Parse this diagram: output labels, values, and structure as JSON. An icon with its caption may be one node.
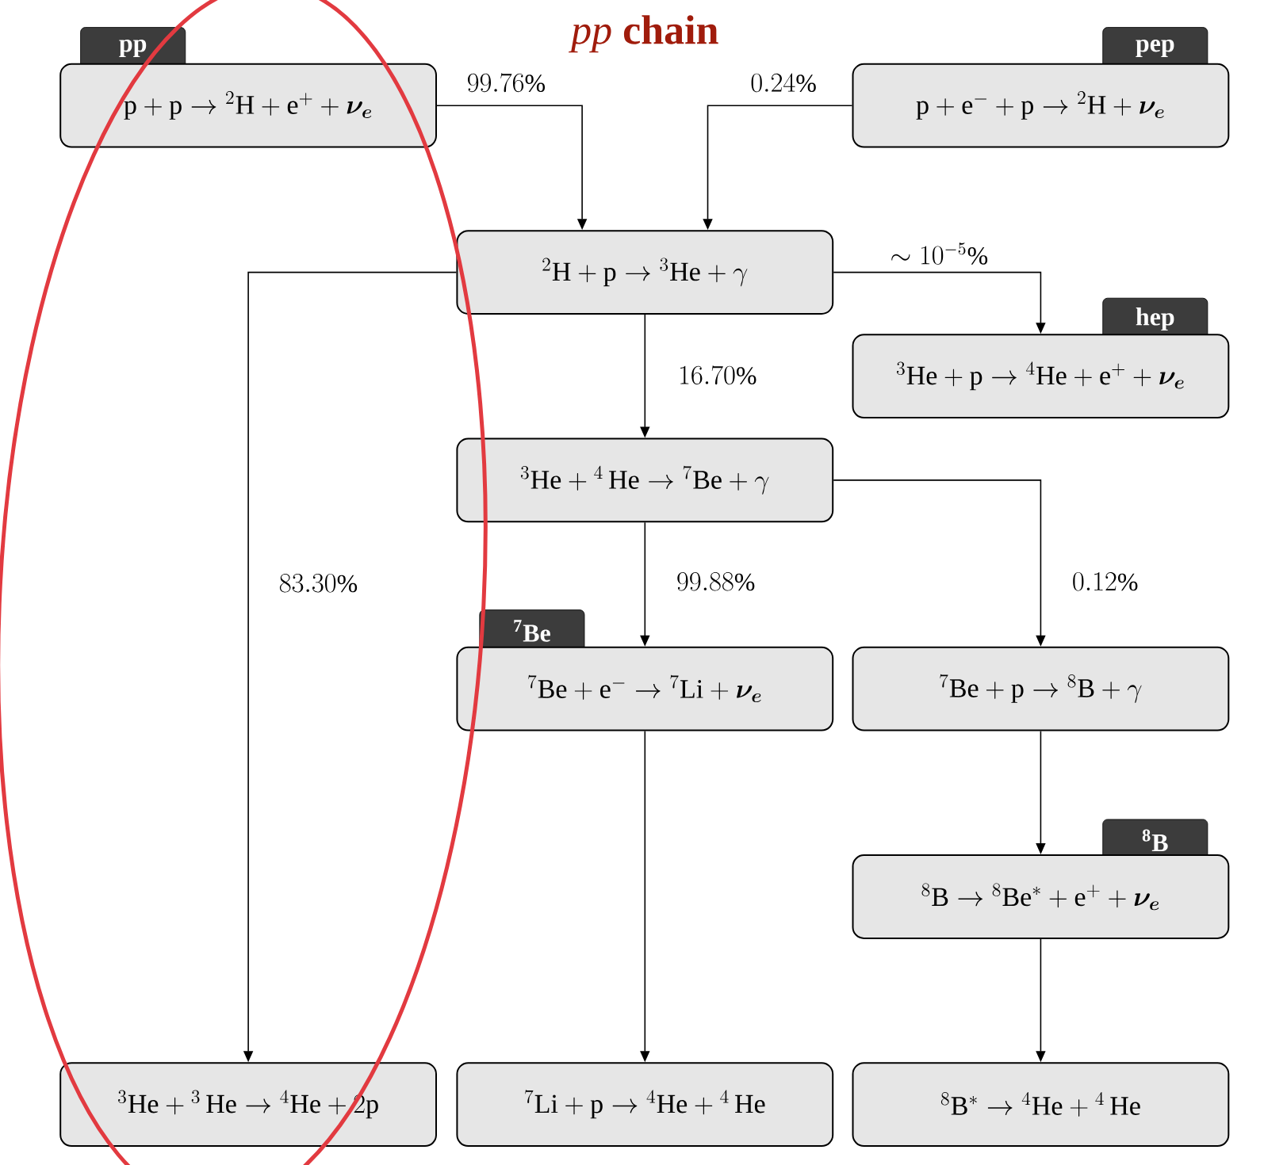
{
  "diagram": {
    "title": "*pp* **chain**",
    "nodes": [
      {
        "text": [
          "\\mathbf{pp}",
          "\\mathrm{p}+\\mathrm{p}\\rightarrow{}^{2}\\mathrm{H}+\\mathrm{e}^{+}+\\boldsymbol{\\nu_e}"
        ]
      },
      {
        "text": [
          "\\mathbf{pep}",
          "\\mathrm{p}+\\mathrm{e}^{-}+\\mathrm{p}\\rightarrow{}^{2}\\mathrm{H}+\\boldsymbol{\\nu_e}"
        ]
      },
      {
        "text": [
          "{}^{2}\\mathrm{H}+\\mathrm{p}\\rightarrow{}^{3}\\mathrm{He}+\\gamma"
        ]
      },
      {
        "text": [
          "\\mathbf{hep}",
          "{}^{3}\\mathrm{He}+\\mathrm{p}\\rightarrow{}^{4}\\mathrm{He}+\\mathrm{e}^{+}+\\boldsymbol{\\nu_e}"
        ]
      },
      {
        "text": [
          "{}^{3}\\mathrm{He}+{}^{4}\\,\\mathrm{He}\\rightarrow{}^{7}\\mathrm{Be}+\\gamma"
        ]
      },
      {
        "text": [
          "{}^{\\mathbf{7}}\\mathbf{Be}",
          "{}^{7}\\mathrm{Be}+\\mathrm{e}^{-}\\rightarrow{}^{7}\\mathrm{Li}+\\boldsymbol{\\nu_e}"
        ]
      },
      {
        "text": [
          "{}^{7}\\mathrm{Be}+\\mathrm{p}\\rightarrow{}^{8}\\mathrm{B}+\\gamma"
        ]
      },
      {
        "text": [
          "{}^{\\mathbf{8}}\\mathbf{B}",
          "{}^{8}\\mathrm{B}\\rightarrow{}^{8}\\mathrm{Be}^{*}+\\mathrm{e}^{+}+\\boldsymbol{\\nu_e}"
        ]
      },
      {
        "text": [
          "{}^{3}\\mathrm{He}+{}^{3}\\,\\mathrm{He}\\rightarrow{}^{4}\\mathrm{He}+2\\mathrm{p}"
        ]
      },
      {
        "text": [
          "{}^{7}\\mathrm{Li}+\\mathrm{p}\\rightarrow{}^{4}\\mathrm{He}+{}^{4}\\,\\mathrm{He}"
        ]
      },
      {
        "text": [
          "{}^{8}\\mathrm{B}^{*}\\rightarrow{}^{4}\\mathrm{He}+{}^{4}\\,\\mathrm{He}"
        ]
      }
    ],
    "edges": [
      {
        "from": 0,
        "to": 2,
        "arrow": "to",
        "label": "99.76\\%"
      },
      {
        "from": 1,
        "to": 2,
        "arrow": "to",
        "label": "0.24\\%"
      },
      {
        "from": 2,
        "to": 3,
        "arrow": "to",
        "label": "\\sim 10^{-5}\\%"
      },
      {
        "from": 2,
        "to": 4,
        "arrow": "to",
        "label": "16.70\\%"
      },
      {
        "from": 2,
        "to": 8,
        "arrow": "to",
        "label": "83.30\\%"
      },
      {
        "from": 4,
        "to": 5,
        "arrow": "to",
        "label": "99.88\\%"
      },
      {
        "from": 4,
        "to": 6,
        "arrow": "to",
        "label": "0.12\\%"
      },
      {
        "from": 5,
        "to": 9,
        "arrow": "to"
      },
      {
        "from": 6,
        "to": 7,
        "arrow": "to"
      },
      {
        "from": 7,
        "to": 10,
        "arrow": "to"
      }
    ]
  }
}
